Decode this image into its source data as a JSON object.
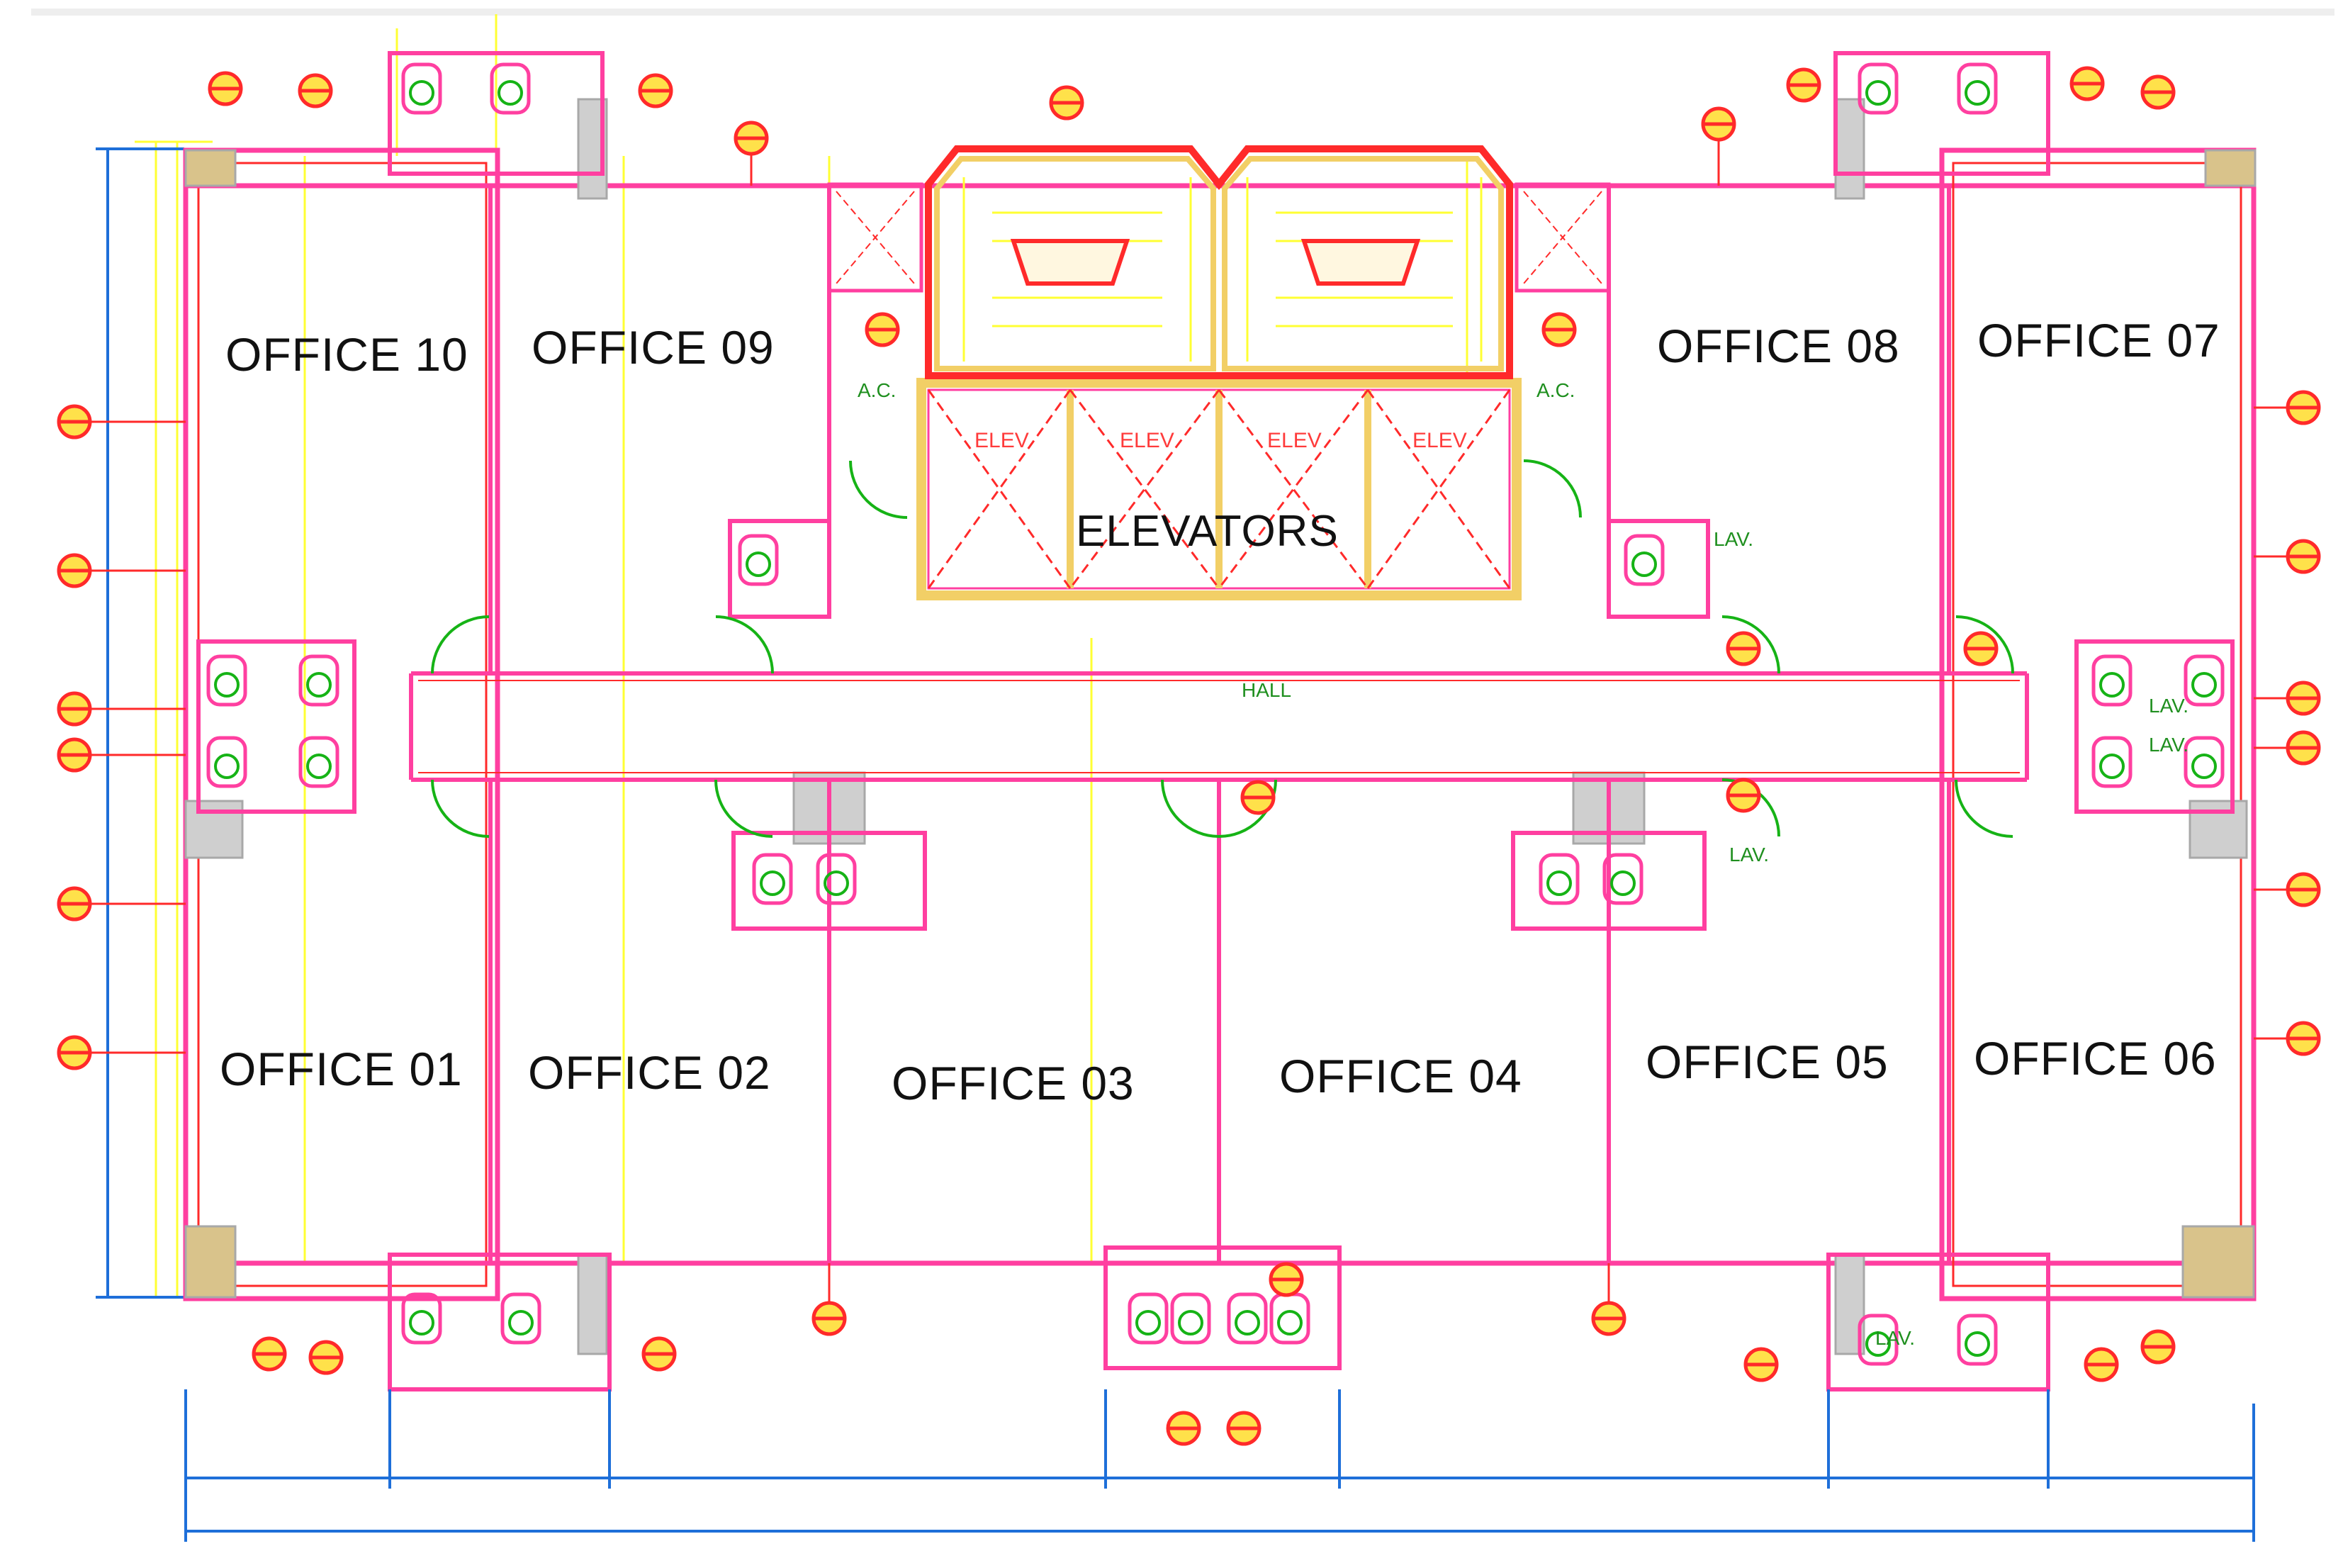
{
  "rooms": {
    "office_10": "OFFICE 10",
    "office_09": "OFFICE 09",
    "office_08": "OFFICE 08",
    "office_07": "OFFICE 07",
    "office_01": "OFFICE 01",
    "office_02": "OFFICE 02",
    "office_03": "OFFICE 03",
    "office_04": "OFFICE 04",
    "office_05": "OFFICE 05",
    "office_06": "OFFICE 06",
    "elevators": "ELEVATORS"
  },
  "small_labels": {
    "ac_left": "A.C.",
    "ac_right": "A.C.",
    "hall": "HALL",
    "lav_1": "LAV.",
    "lav_2": "LAV.",
    "lav_3": "LAV.",
    "lav_4": "LAV.",
    "lav_5": "LAV."
  },
  "elevator_cars": [
    "ELEV",
    "ELEV",
    "ELEV",
    "ELEV"
  ],
  "colors": {
    "wall": "#ff3fa0",
    "wall_inner": "#ff2a2a",
    "dimension": "#ffff33",
    "grid_marker": "#ff2a2a",
    "grid_fill": "#ffe14a",
    "door": "#16b316",
    "dim_blue": "#1e6fd9",
    "column": "#d3d3d3",
    "stair_fill": "#f7e7a0"
  }
}
